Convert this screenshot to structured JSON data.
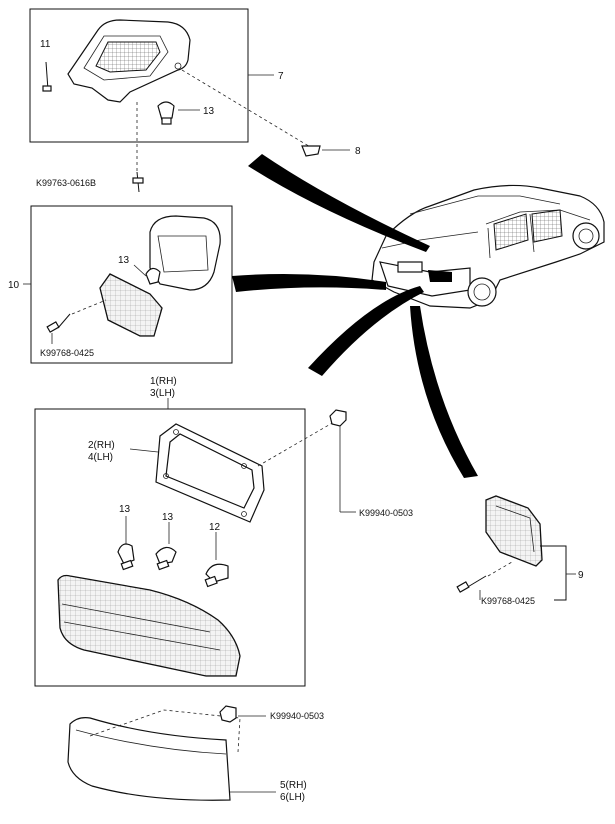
{
  "diagram": {
    "callouts": {
      "c11": "11",
      "c13_top": "13",
      "c7": "7",
      "c8": "8",
      "k_top": "K99763-0616B",
      "c10": "10",
      "c13_mid": "13",
      "k_mid": "K99768-0425",
      "rh1": "1(RH)",
      "lh3": "3(LH)",
      "rh2": "2(RH)",
      "lh4": "4(LH)",
      "k_nut1": "K99940-0503",
      "c13_a": "13",
      "c13_b": "13",
      "c12": "12",
      "c9": "9",
      "k_right": "K99768-0425",
      "k_nut2": "K99940-0503",
      "rh5": "5(RH)",
      "lh6": "6(LH)"
    }
  }
}
